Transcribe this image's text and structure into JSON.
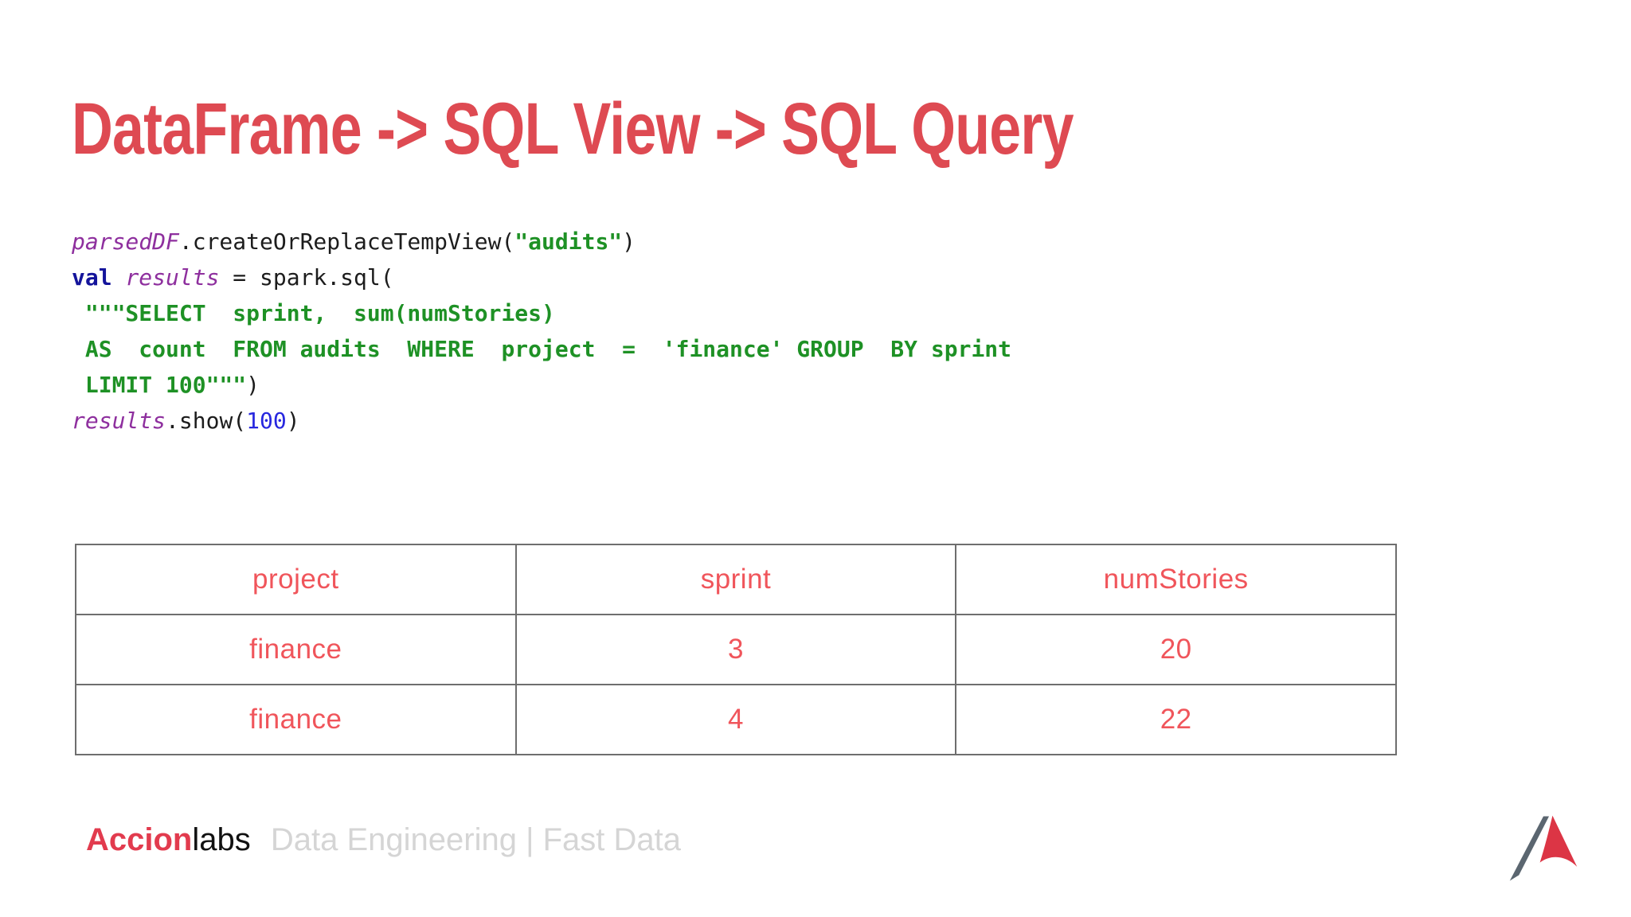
{
  "slide": {
    "title": "DataFrame -> SQL View -> SQL Query",
    "title_color": "#DE4A52"
  },
  "code": {
    "colors": {
      "var": "#8E2F9E",
      "keyword": "#14149B",
      "string": "#1E9125",
      "number": "#2727DF",
      "plain": "#1C1C1C"
    },
    "lines": [
      {
        "segments": [
          {
            "text": "parsedDF",
            "style": "var"
          },
          {
            "text": ".createOrReplaceTempView(",
            "style": "plain"
          },
          {
            "text": "\"audits\"",
            "style": "string"
          },
          {
            "text": ")",
            "style": "plain"
          }
        ]
      },
      {
        "segments": [
          {
            "text": "val",
            "style": "keyword"
          },
          {
            "text": " ",
            "style": "plain"
          },
          {
            "text": "results",
            "style": "var"
          },
          {
            "text": " = spark.sql(",
            "style": "plain"
          }
        ]
      },
      {
        "segments": [
          {
            "text": " \"\"\"SELECT  sprint,  sum(numStories)",
            "style": "string"
          }
        ]
      },
      {
        "segments": [
          {
            "text": " AS  count  FROM audits  WHERE  project  =  'finance' GROUP  BY sprint",
            "style": "string"
          }
        ]
      },
      {
        "segments": [
          {
            "text": " LIMIT 100\"\"\"",
            "style": "string"
          },
          {
            "text": ")",
            "style": "plain"
          }
        ]
      },
      {
        "segments": [
          {
            "text": "results",
            "style": "var"
          },
          {
            "text": ".show(",
            "style": "plain"
          },
          {
            "text": "100",
            "style": "number"
          },
          {
            "text": ")",
            "style": "plain"
          }
        ]
      }
    ]
  },
  "table": {
    "headers": [
      "project",
      "sprint",
      "numStories"
    ],
    "rows": [
      [
        "finance",
        "3",
        "20"
      ],
      [
        "finance",
        "4",
        "22"
      ]
    ],
    "text_color": "#F0555B",
    "border_color": "#6e6e6e"
  },
  "footer": {
    "brand_accion": "Accion",
    "brand_labs": "labs",
    "tagline": "Data Engineering | Fast Data",
    "accion_color": "#E23B4E",
    "tagline_color": "#D5D5D5"
  },
  "logo": {
    "name": "accion-labs-logo",
    "gray": "#5B6670",
    "red": "#DC3545"
  }
}
